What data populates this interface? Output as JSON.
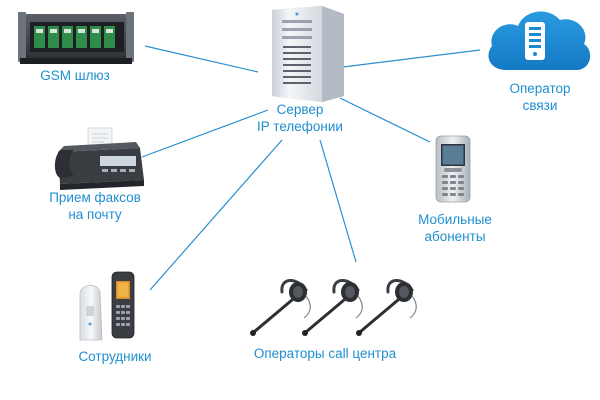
{
  "nodes": {
    "gsm_gateway": {
      "lines": [
        "GSM шлюз"
      ]
    },
    "server": {
      "lines": [
        "Сервер",
        "IP телефонии"
      ]
    },
    "operator": {
      "lines": [
        "Оператор",
        "связи"
      ]
    },
    "fax": {
      "lines": [
        "Прием факсов",
        "на почту"
      ]
    },
    "mobile": {
      "lines": [
        "Мобильные",
        "абоненты"
      ]
    },
    "staff": {
      "lines": [
        "Сотрудники"
      ]
    },
    "call_center": {
      "lines": [
        "Операторы call центра"
      ]
    }
  },
  "colors": {
    "label": "#1f8fce",
    "link": "#2a8fd0",
    "cloud": "#1b8ad3",
    "server_body": "#e9edf1",
    "device_dark": "#3a3d42"
  }
}
